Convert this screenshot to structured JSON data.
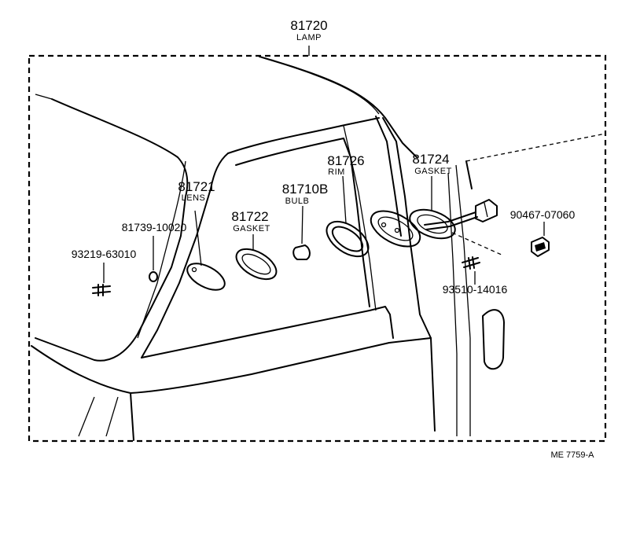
{
  "lamp": {
    "number": "81720",
    "label": "LAMP"
  },
  "callouts": [
    {
      "id": "lens",
      "number": "81721",
      "label": "LENS"
    },
    {
      "id": "gasket_inner",
      "number": "81722",
      "label": "GASKET"
    },
    {
      "id": "bulb",
      "number": "81710B",
      "label": "BULB"
    },
    {
      "id": "rim",
      "number": "81726",
      "label": "RIM"
    },
    {
      "id": "gasket_outer",
      "number": "81724",
      "label": "GASKET"
    }
  ],
  "parts": [
    {
      "id": "screw_left",
      "number": "93219-63010"
    },
    {
      "id": "washer",
      "number": "81739-10020"
    },
    {
      "id": "clip",
      "number": "90467-07060"
    },
    {
      "id": "screw_right",
      "number": "93510-14016"
    }
  ],
  "reference": "ME  7759-A"
}
